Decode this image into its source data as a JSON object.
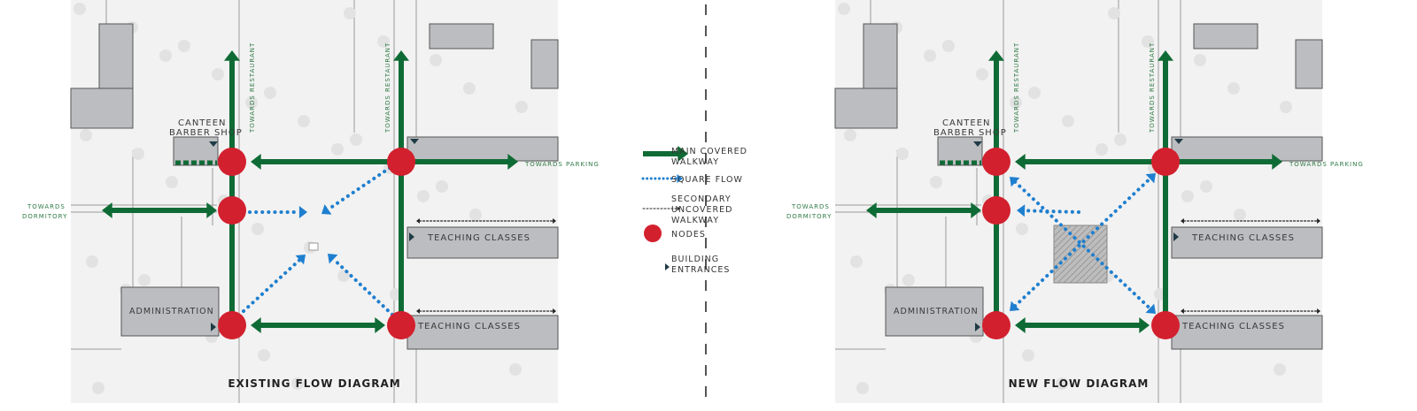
{
  "colors": {
    "green": "#0f6b35",
    "blue": "#1f7fcf",
    "node": "#d3202e",
    "building": "#bcbdc0",
    "ground": "#f2f2f2",
    "text_green": "#2f7a45",
    "text_dark": "#3a3a3a"
  },
  "panels": [
    {
      "title": "EXISTING FLOW DIAGRAM"
    },
    {
      "title": "NEW FLOW DIAGRAM"
    }
  ],
  "labels": {
    "canteen": "CANTEEN",
    "barber": "BARBER SHOP",
    "towards_restaurant": "TOWARDS RESTAURANT",
    "towards_parking": "TOWARDS PARKING",
    "towards_dormitory_1": "TOWARDS",
    "towards_dormitory_2": "DORMITORY",
    "teaching_classes": "TEACHING CLASSES",
    "administration": "ADMINISTRATION"
  },
  "legend": [
    {
      "icon": "green-arrow-icon",
      "lines": [
        "MAIN COVERED",
        "WALKWAY"
      ]
    },
    {
      "icon": "blue-dotted-arrow-icon",
      "lines": [
        "SQUARE FLOW"
      ]
    },
    {
      "icon": "black-dotted-arrow-icon",
      "lines": [
        "SECONDARY",
        "UNCOVERED",
        "WALKWAY"
      ]
    },
    {
      "icon": "red-node-icon",
      "lines": [
        "NODES"
      ]
    },
    {
      "icon": "entrance-triangle-icon",
      "lines": [
        "BUILDING",
        "ENTRANCES"
      ]
    }
  ]
}
